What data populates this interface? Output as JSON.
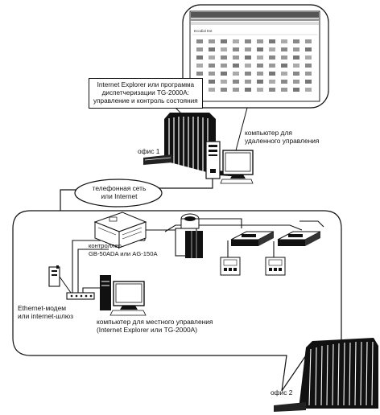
{
  "labels": {
    "callout": "Internet Explorer или программа\nдиспетчеризации TG-2000A:\nуправление и контроль состояния",
    "office1": "офис 1",
    "remote_pc": "компьютер для\nудаленного управления",
    "network": "телефонная сеть\nили Internet",
    "controller": "контроллер\nGB-50ADA или AG-150A",
    "modem": "Ethernet-модем\nили internet-шлюз",
    "local_pc": "компьютер для местного управления\n(Internet Explorer или TG-2000A)",
    "office2": "офис 2"
  },
  "screen": {
    "logo": "Ecodial Est"
  }
}
